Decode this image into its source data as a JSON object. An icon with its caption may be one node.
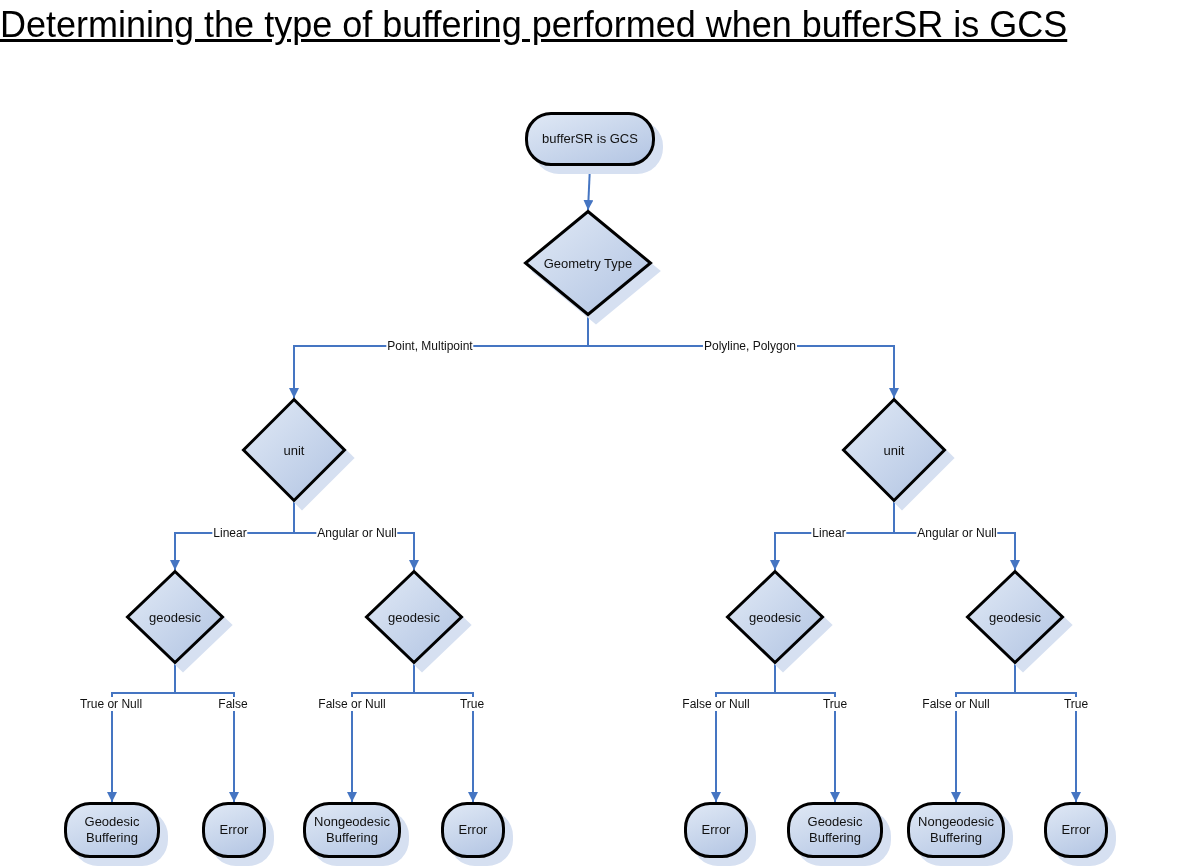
{
  "diagram": {
    "title": "Determining the type of buffering performed when bufferSR is GCS",
    "nodes": [
      {
        "text": [
          "bufferSR is GCS"
        ]
      },
      {
        "text": [
          "Geometry Type"
        ]
      },
      {
        "text": [
          "unit"
        ]
      },
      {
        "text": [
          "unit"
        ]
      },
      {
        "text": [
          "geodesic"
        ]
      },
      {
        "text": [
          "geodesic"
        ]
      },
      {
        "text": [
          "geodesic"
        ]
      },
      {
        "text": [
          "geodesic"
        ]
      },
      {
        "text": [
          "Geodesic Buffering"
        ]
      },
      {
        "text": [
          "Error"
        ]
      },
      {
        "text": [
          "Nongeodesic Buffering"
        ]
      },
      {
        "text": [
          "Error"
        ]
      },
      {
        "text": [
          "Error"
        ]
      },
      {
        "text": [
          "Geodesic Buffering"
        ]
      },
      {
        "text": [
          "Nongeodesic Buffering"
        ]
      },
      {
        "text": [
          "Error"
        ]
      }
    ],
    "edges": [
      {
        "from": 0,
        "to": 1,
        "arrow": "to"
      },
      {
        "from": 1,
        "to": 2,
        "arrow": "to",
        "label": "Point, Multipoint"
      },
      {
        "from": 1,
        "to": 3,
        "arrow": "to",
        "label": "Polyline, Polygon"
      },
      {
        "from": 2,
        "to": 4,
        "arrow": "to",
        "label": "Linear"
      },
      {
        "from": 2,
        "to": 5,
        "arrow": "to",
        "label": "Angular or Null"
      },
      {
        "from": 3,
        "to": 6,
        "arrow": "to",
        "label": "Linear"
      },
      {
        "from": 3,
        "to": 7,
        "arrow": "to",
        "label": "Angular or Null"
      },
      {
        "from": 4,
        "to": 8,
        "arrow": "to",
        "label": "True or Null"
      },
      {
        "from": 4,
        "to": 9,
        "arrow": "to",
        "label": "False"
      },
      {
        "from": 5,
        "to": 10,
        "arrow": "to",
        "label": "False or Null"
      },
      {
        "from": 5,
        "to": 11,
        "arrow": "to",
        "label": "True"
      },
      {
        "from": 6,
        "to": 12,
        "arrow": "to",
        "label": "False or Null"
      },
      {
        "from": 6,
        "to": 13,
        "arrow": "to",
        "label": "True"
      },
      {
        "from": 7,
        "to": 14,
        "arrow": "to",
        "label": "False or Null"
      },
      {
        "from": 7,
        "to": 15,
        "arrow": "to",
        "label": "True"
      }
    ]
  }
}
